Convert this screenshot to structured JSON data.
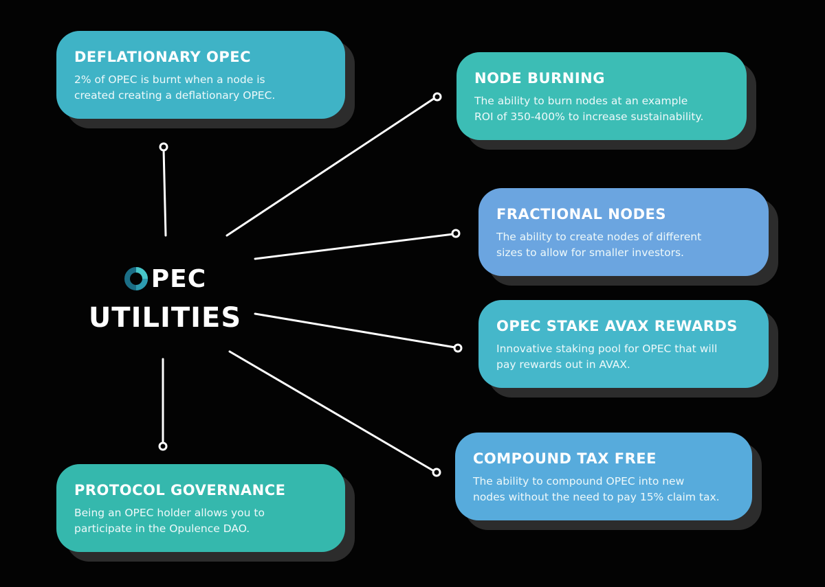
{
  "center": {
    "brand": "PEC",
    "subtitle": "UTILITIES"
  },
  "cards": {
    "deflationary": {
      "title": "DEFLATIONARY OPEC",
      "line1": "2% of OPEC is burnt when a node is",
      "line2": "created creating a deflationary OPEC."
    },
    "node_burning": {
      "title": "NODE BURNING",
      "line1": "The ability to burn nodes at an example",
      "line2": "ROI of 350-400% to increase sustainability."
    },
    "fractional": {
      "title": "FRACTIONAL NODES",
      "line1": "The ability to create nodes of different",
      "line2": "sizes to allow for smaller investors."
    },
    "stake": {
      "title": "OPEC STAKE AVAX REWARDS",
      "line1": "Innovative staking pool for OPEC that will",
      "line2": "pay rewards out in AVAX."
    },
    "compound": {
      "title": "COMPOUND TAX FREE",
      "line1": "The ability to compound OPEC into new",
      "line2": "nodes without the need to pay 15% claim tax."
    },
    "governance": {
      "title": "PROTOCOL GOVERNANCE",
      "line1": "Being an OPEC holder allows you to",
      "line2": "participate in the Opulence DAO."
    }
  },
  "colors": {
    "background": "#030303",
    "connector": "#ffffff",
    "logo_ring_dark": "#1b6e86",
    "logo_ring_light": "#48c6c9"
  }
}
